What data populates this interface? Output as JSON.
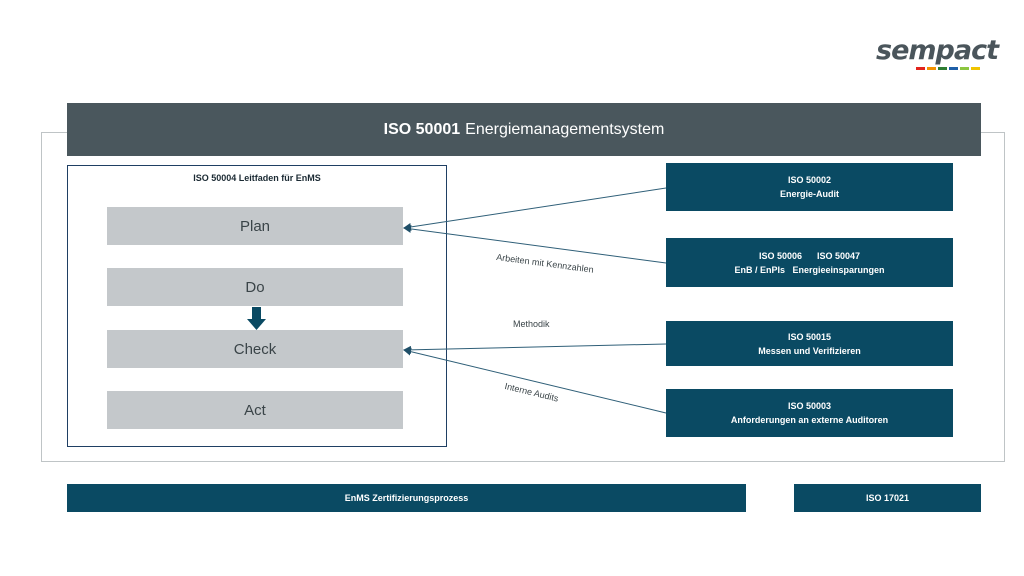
{
  "logo": {
    "text": "sempact",
    "colors": [
      "#e2241c",
      "#f39200",
      "#2e7d32",
      "#1e5fa8",
      "#8cc63f",
      "#f0c400"
    ]
  },
  "header": {
    "bold": "ISO 50001",
    "rest": "Energiemanagementsystem"
  },
  "pdca": {
    "title": "ISO 50004 Leitfaden für EnMS",
    "steps": [
      "Plan",
      "Do",
      "Check",
      "Act"
    ]
  },
  "standards": {
    "iso50002": {
      "line1": "ISO 50002",
      "line2": "Energie-Audit"
    },
    "iso50006": {
      "line1": "ISO 50006      ISO 50047",
      "line2": "EnB / EnPIs   Energieeinsparungen"
    },
    "iso50015": {
      "line1": "ISO 50015",
      "line2": "Messen und Verifizieren"
    },
    "iso50003": {
      "line1": "ISO 50003",
      "line2": "Anforderungen an externe Auditoren"
    }
  },
  "connector_labels": {
    "kennzahlen": "Arbeiten mit Kennzahlen",
    "methodik": "Methodik",
    "audits": "Interne Audits"
  },
  "footer": {
    "left": "EnMS Zertifizierungsprozess",
    "right": "ISO 17021"
  },
  "colors": {
    "accent": "#0a4a63",
    "header": "#4a575d",
    "pdca_fill": "#c4c8cb",
    "frame": "#1f3f63"
  }
}
